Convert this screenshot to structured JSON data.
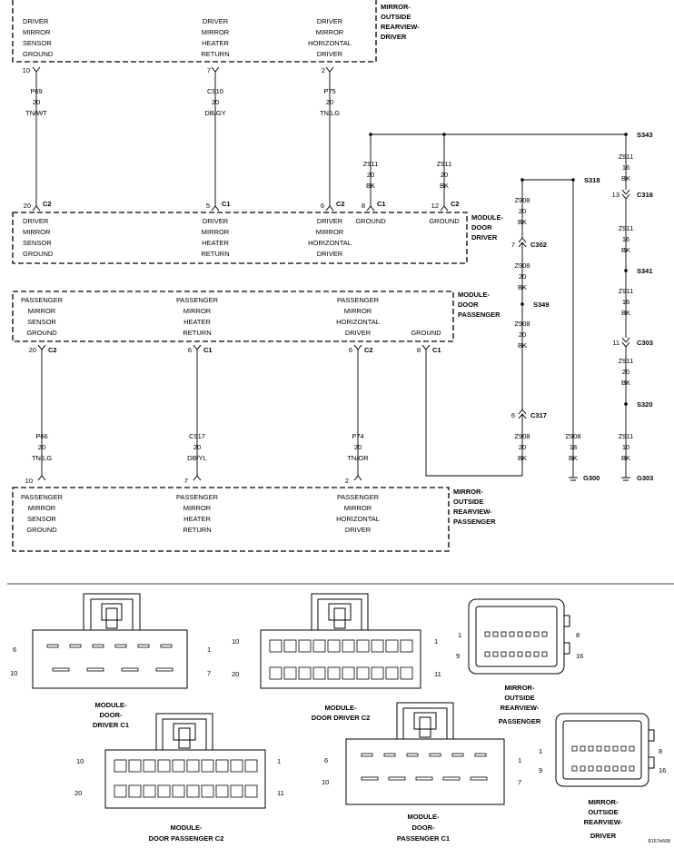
{
  "top_module": {
    "title": [
      "MIRROR-",
      "OUTSIDE",
      "REARVIEW-",
      "DRIVER"
    ],
    "functions": [
      [
        "DRIVER",
        "MIRROR",
        "SENSOR",
        "GROUND"
      ],
      [
        "DRIVER",
        "MIRROR",
        "HEATER",
        "RETURN"
      ],
      [
        "DRIVER",
        "MIRROR",
        "HORIZONTAL",
        "DRIVER"
      ]
    ],
    "pins": [
      "10",
      "7",
      "2"
    ]
  },
  "driver_wires": [
    {
      "circuit": "P69",
      "gauge": "20",
      "color": "TN/WT",
      "pin": "20",
      "connector": "C2"
    },
    {
      "circuit": "C910",
      "gauge": "20",
      "color": "DB/GY",
      "pin": "5",
      "connector": "C1"
    },
    {
      "circuit": "P75",
      "gauge": "20",
      "color": "TN/LG",
      "pin": "6",
      "connector": "C2"
    }
  ],
  "door_driver": {
    "title": [
      "MODULE-",
      "DOOR",
      "DRIVER"
    ],
    "functions": [
      [
        "DRIVER",
        "MIRROR",
        "SENSOR",
        "GROUND"
      ],
      [
        "DRIVER",
        "MIRROR",
        "HEATER",
        "RETURN"
      ],
      [
        "DRIVER",
        "MIRROR",
        "HORIZONTAL",
        "DRIVER"
      ]
    ],
    "grounds": [
      {
        "label": "GROUND",
        "pin": "8",
        "connector": "C1",
        "circuit": "Z911",
        "gauge": "20",
        "color": "BK"
      },
      {
        "label": "GROUND",
        "pin": "12",
        "connector": "C2",
        "circuit": "Z911",
        "gauge": "20",
        "color": "BK"
      }
    ]
  },
  "door_passenger": {
    "title": [
      "MODULE-",
      "DOOR",
      "PASSENGER"
    ],
    "functions": [
      [
        "PASSENGER",
        "MIRROR",
        "SENSOR",
        "GROUND"
      ],
      [
        "PASSENGER",
        "MIRROR",
        "HEATER",
        "RETURN"
      ],
      [
        "PASSENGER",
        "MIRROR",
        "HORIZONTAL",
        "DRIVER"
      ],
      [
        "GROUND"
      ]
    ],
    "pins": [
      {
        "pin": "20",
        "connector": "C2"
      },
      {
        "pin": "6",
        "connector": "C1"
      },
      {
        "pin": "6",
        "connector": "C2"
      },
      {
        "pin": "8",
        "connector": "C1"
      }
    ]
  },
  "passenger_wires": [
    {
      "circuit": "P66",
      "gauge": "20",
      "color": "TN/LG",
      "pin": "10"
    },
    {
      "circuit": "C917",
      "gauge": "20",
      "color": "DB/YL",
      "pin": "7"
    },
    {
      "circuit": "P74",
      "gauge": "20",
      "color": "TN/OR",
      "pin": "2"
    }
  ],
  "bottom_module": {
    "title": [
      "MIRROR-",
      "OUTSIDE",
      "REARVIEW-",
      "PASSENGER"
    ],
    "functions": [
      [
        "PASSENGER",
        "MIRROR",
        "SENSOR",
        "GROUND"
      ],
      [
        "PASSENGER",
        "MIRROR",
        "HEATER",
        "RETURN"
      ],
      [
        "PASSENGER",
        "MIRROR",
        "HORIZONTAL",
        "DRIVER"
      ]
    ]
  },
  "splices": {
    "s343": "S343",
    "s318": "S318",
    "s349": "S349",
    "s341": "S341",
    "s320": "S320"
  },
  "ground_tree": {
    "z908_a": [
      "Z908",
      "20",
      "BK"
    ],
    "c302": {
      "pin": "7",
      "connector": "C302"
    },
    "z908_b": [
      "Z908",
      "20",
      "BK"
    ],
    "z908_c": [
      "Z908",
      "20",
      "BK"
    ],
    "c317": {
      "pin": "6",
      "connector": "C317"
    },
    "z908_d": [
      "Z908",
      "20",
      "BK"
    ],
    "z908_g300": [
      "Z908",
      "18",
      "BK"
    ],
    "g300": "G300",
    "z911_a": [
      "Z911",
      "16",
      "BK"
    ],
    "c316": {
      "pin": "13",
      "connector": "C316"
    },
    "z911_b": [
      "Z911",
      "16",
      "BK"
    ],
    "z911_c": [
      "Z911",
      "16",
      "BK"
    ],
    "c303": {
      "pin": "11",
      "connector": "C303"
    },
    "z911_d": [
      "Z911",
      "20",
      "BK"
    ],
    "z911_e": [
      "Z911",
      "10",
      "BK"
    ],
    "g303": "G303"
  },
  "connector_views": {
    "door_driver_c1": {
      "label": [
        "MODULE-",
        "DOOR-",
        "DRIVER C1"
      ],
      "pins": [
        "6",
        "1",
        "10",
        "7"
      ]
    },
    "door_driver_c2": {
      "label": [
        "MODULE-",
        "DOOR DRIVER C2"
      ],
      "pins": [
        "10",
        "1",
        "20",
        "11"
      ]
    },
    "mirror_passenger": {
      "label": [
        "MIRROR-",
        "OUTSIDE",
        "REARVIEW-",
        "PASSENGER"
      ],
      "pins": [
        "1",
        "8",
        "9",
        "16"
      ]
    },
    "door_passenger_c2": {
      "label": [
        "MODULE-",
        "DOOR PASSENGER C2"
      ],
      "pins": [
        "10",
        "1",
        "20",
        "11"
      ]
    },
    "door_passenger_c1": {
      "label": [
        "MODULE-",
        "DOOR-",
        "PASSENGER C1"
      ],
      "pins": [
        "6",
        "1",
        "10",
        "7"
      ]
    },
    "mirror_driver": {
      "label": [
        "MIRROR-",
        "OUTSIDE",
        "REARVIEW-",
        "DRIVER"
      ],
      "pins": [
        "1",
        "8",
        "9",
        "16"
      ]
    }
  },
  "figure_id": "8167e668"
}
